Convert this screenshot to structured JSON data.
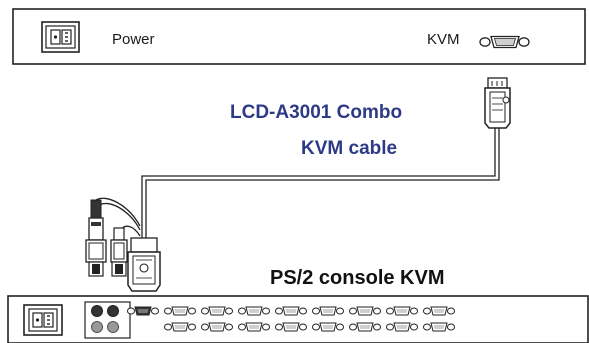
{
  "labels": {
    "power": "Power",
    "kvm": "KVM",
    "cable_line1": "LCD-A3001 Combo",
    "cable_line2": "KVM cable",
    "console": "PS/2 console KVM"
  },
  "colors": {
    "cable_label": "#2d3b86",
    "outline": "#222222",
    "port_fill": "#ffffff",
    "ps2_port_dark": "#333333",
    "ps2_port_grey": "#9a9a9a"
  },
  "icons": {
    "top_panel_power": "power-socket-icon",
    "top_panel_kvm": "vga-port-icon",
    "cable_end_top": "vga-connector-icon",
    "cable_end_bottom": "vga-connector-icon",
    "ps2_plugs": "ps2-plug-icon",
    "console_power": "power-socket-icon"
  },
  "console": {
    "port_columns": 9
  }
}
